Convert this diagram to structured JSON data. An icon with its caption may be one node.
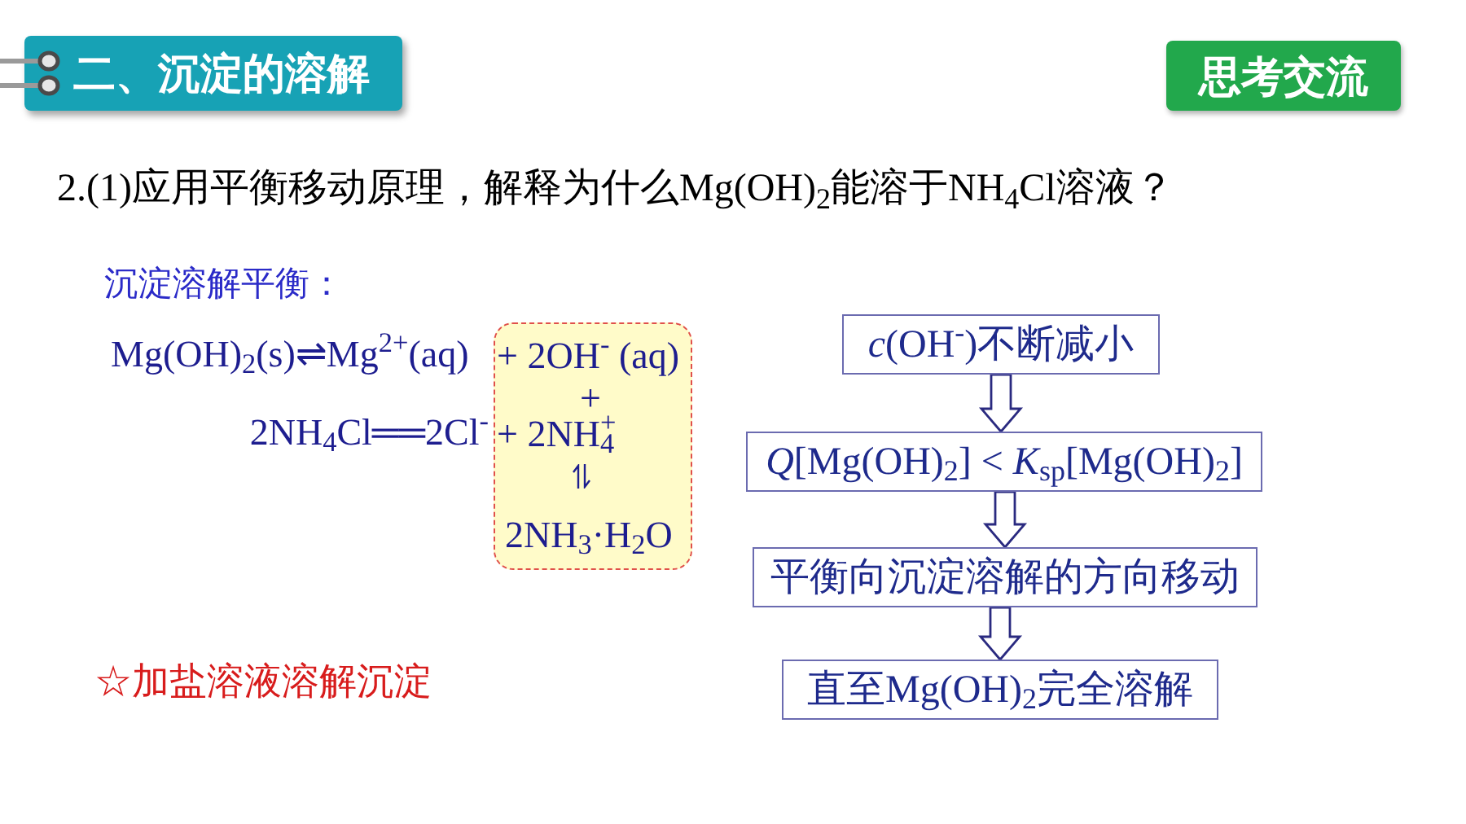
{
  "diagram": {
    "nodes": [
      {
        "text": [
          "二、沉淀的溶解"
        ]
      },
      {
        "text": [
          "思考交流"
        ]
      },
      {
        "text": [
          "+ 2OH$^{-}$ (aq)",
          "+",
          "+ 2NH$_{4}$$^{+}$",
          "2NH$_{3}$·H$_{2}$O"
        ]
      },
      {
        "text": [
          "*c*(OH$^{-}$)不断减小"
        ]
      },
      {
        "text": [
          "*Q*[Mg(OH)$_{2}$] < *K*$_{sp}$[Mg(OH)$_{2}$]"
        ]
      },
      {
        "text": [
          "平衡向沉淀溶解的方向移动"
        ]
      },
      {
        "text": [
          "直至Mg(OH)$_{2}$完全溶解"
        ]
      }
    ],
    "edges": [
      {
        "from": 3,
        "to": 4,
        "arrow": "to"
      },
      {
        "from": 4,
        "to": 5,
        "arrow": "to"
      },
      {
        "from": 5,
        "to": 6,
        "arrow": "to"
      }
    ],
    "labels": [
      "2.(1)应用平衡移动原理，解释为什么Mg(OH)$_{2}$能溶于NH$_{4}$Cl溶液？",
      "沉淀溶解平衡：",
      "Mg(OH)$_{2}$(s)⇌Mg$^{2+}$(aq)",
      "2NH$_{4}$Cl══2Cl$^{-}$",
      "☆加盐溶液溶解沉淀"
    ]
  }
}
